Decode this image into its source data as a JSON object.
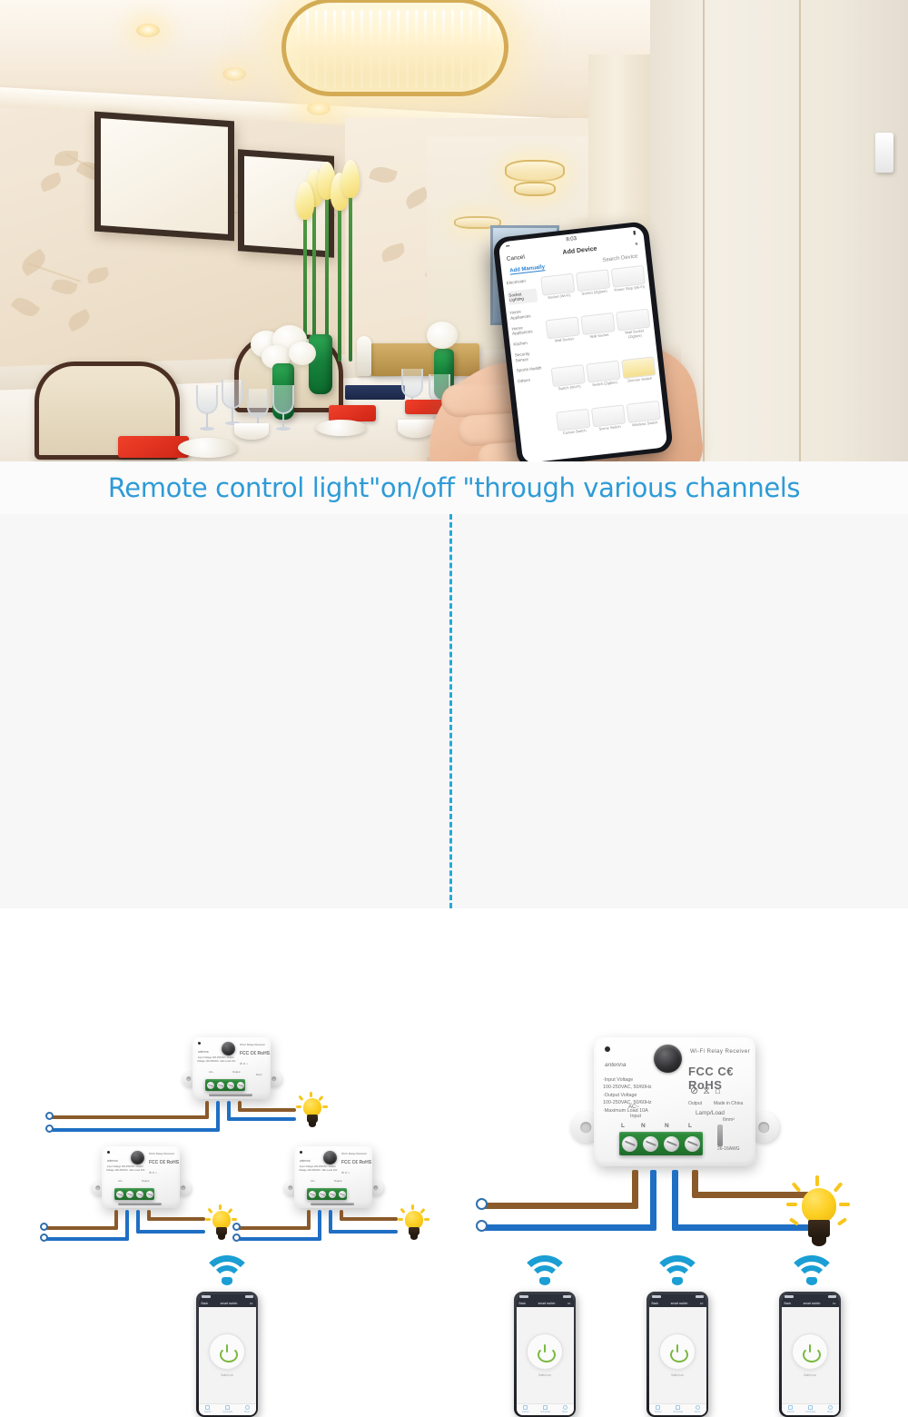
{
  "headline": {
    "text": "Remote control light\"on/off \"through various channels",
    "color": "#2e9bd6"
  },
  "hero_photo": {
    "scene": "luxury dining room interior with hand holding smartphone",
    "elements": {
      "chandelier": "gold oval crystal chandelier",
      "wallpaper": "beige floral leaf wallpaper",
      "artwork": "two dark framed pictures",
      "table": "dining table with wine glasses, red napkins, white hydrangeas and green vases",
      "doorway": "open doorway to living room with window and sofa",
      "sensor": "white wall-mounted sensor"
    }
  },
  "phone_app": {
    "status_time": "8:03",
    "nav_back": "Cancel",
    "nav_title": "Add Device",
    "nav_action": "scan-icon",
    "tab_active": "Add Manually",
    "tab_inactive": "Search Device",
    "categories": [
      {
        "label": "Electrician",
        "selected": false
      },
      {
        "label": "Socket Lighting",
        "selected": true
      },
      {
        "label": "Home Appliances",
        "selected": false
      },
      {
        "label": "Home Appliances",
        "selected": false
      },
      {
        "label": "Kitchen",
        "selected": false
      },
      {
        "label": "Security Sensor",
        "selected": false
      },
      {
        "label": "Sports Health",
        "selected": false
      },
      {
        "label": "Others",
        "selected": false
      }
    ],
    "devices": [
      "Socket (Wi-Fi)",
      "Socket (Zigbee)",
      "Power Strip (Wi-Fi)",
      "Wall Socket",
      "Wall Socket",
      "Wall Socket (Zigbee)",
      "Switch (Wi-Fi)",
      "Switch (Zigbee)",
      "Dimmer Switch",
      "Curtain Switch",
      "Scene Switch",
      "Wireless Switch"
    ]
  },
  "device": {
    "product_name": "Wi-Fi  Relay Receiver",
    "brand_label": "antenna",
    "specs": [
      "Input Voltage",
      "100-250VAC, 50/60Hz",
      "Output Voltage",
      "100-250VAC, 50/60Hz",
      "Maximum Load  10A"
    ],
    "certifications": "FCC C€ RoHS",
    "origin": "Made in China",
    "output_label": "Output",
    "load_label": "Lamp/Load",
    "ac_label": "AC~",
    "input_label": "Input",
    "terminal_letters": [
      "L",
      "N",
      "N",
      "L"
    ],
    "wire_gauge": "6mm²",
    "wire_awg": "26-16AWG"
  },
  "diagram": {
    "left_panel": {
      "caption": "three relay receivers each controlling one lamp",
      "device_count": 3,
      "bulb_count": 3,
      "phone_count": 1
    },
    "right_panel": {
      "caption": "one relay receiver controlled by three phones",
      "device_count": 1,
      "bulb_count": 1,
      "phone_count": 3
    },
    "wire_colors": {
      "live": "#8a5a2b",
      "neutral": "#1f6fc4"
    },
    "accent_color": "#1a9ed4",
    "divider_style": "dashed"
  },
  "small_phone_app": {
    "status_time": "10:21",
    "back_label": "Back",
    "title": "smart switch",
    "more": "•••",
    "state_label": "Switch on",
    "tabs": [
      {
        "label": "Switch"
      },
      {
        "label": "Schedule"
      },
      {
        "label": "More"
      }
    ]
  }
}
